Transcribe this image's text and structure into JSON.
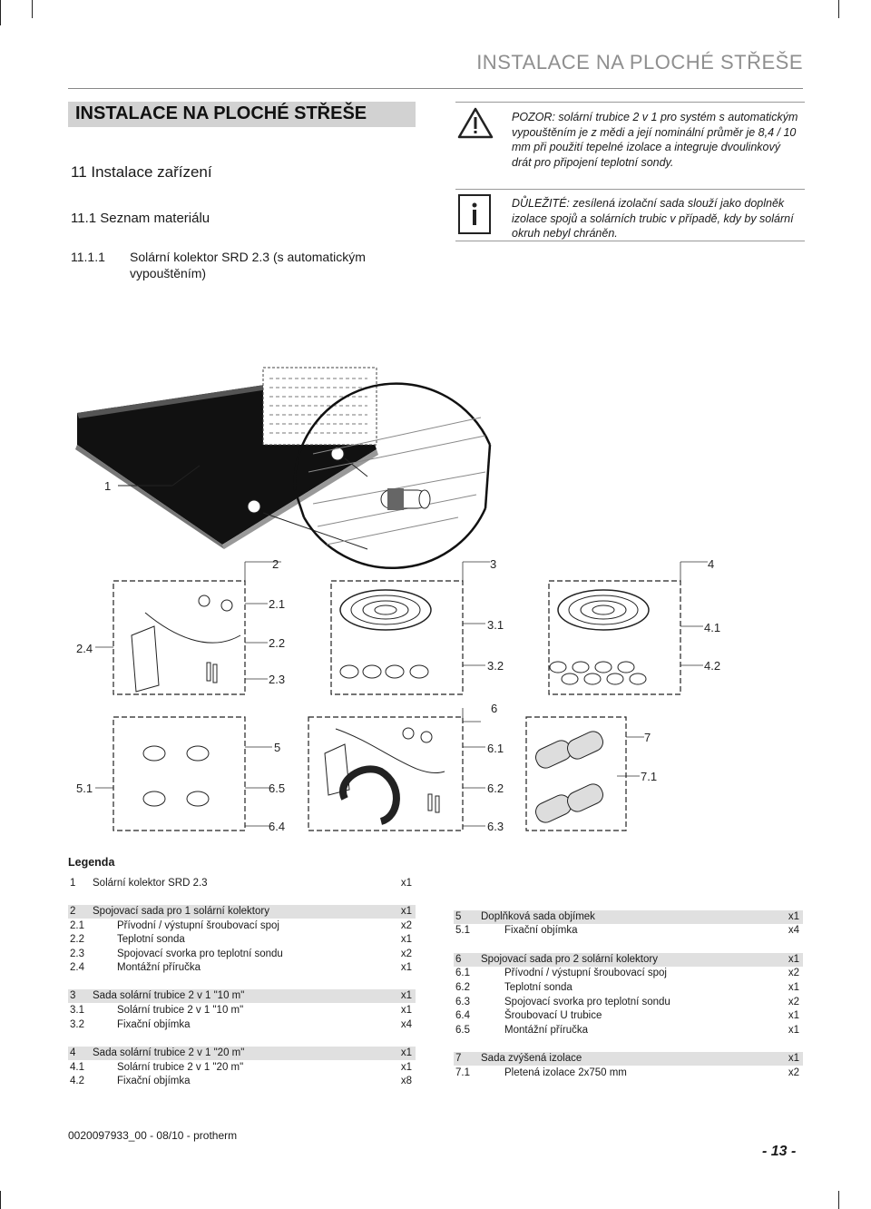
{
  "header": {
    "running_title": "INSTALACE NA PLOCHÉ STŘEŠE"
  },
  "section": {
    "bar_title": "INSTALACE NA PLOCHÉ STŘEŠE",
    "h1": "11 Instalace zařízení",
    "h2": "11.1 Seznam materiálu",
    "h3_num": "11.1.1",
    "h3_text": "Solární kolektor SRD 2.3 (s automatickým vypouštěním)"
  },
  "notes": {
    "warning_icon": "warning-triangle-icon",
    "warning_text": "POZOR: solární trubice 2 v 1 pro systém s automatickým vypouštěním je z mědi a její nominální průměr je 8,4 / 10 mm při použití tepelné izolace a integruje dvoulinkový drát pro připojení teplotní sondy.",
    "info_icon": "info-icon",
    "info_text": "DŮLEŽITÉ: zesílená izolační sada slouží jako doplněk izolace spojů a solárních trubic v případě, kdy by solární okruh nebyl chráněn."
  },
  "figure_labels": {
    "l1": "1",
    "l2": "2",
    "l3": "3",
    "l4": "4",
    "l2_1": "2.1",
    "l2_2": "2.2",
    "l2_3": "2.3",
    "l2_4": "2.4",
    "l3_1": "3.1",
    "l3_2": "3.2",
    "l4_1": "4.1",
    "l4_2": "4.2",
    "l5": "5",
    "l5_1": "5.1",
    "l6": "6",
    "l6_1": "6.1",
    "l6_2": "6.2",
    "l6_3": "6.3",
    "l6_4": "6.4",
    "l6_5": "6.5",
    "l7": "7",
    "l7_1": "7.1"
  },
  "legend": {
    "title": "Legenda",
    "left": [
      {
        "num": "1",
        "text": "Solární kolektor SRD 2.3",
        "qty": "x1"
      },
      {
        "num": "2",
        "text": "Spojovací sada pro 1 solární kolektory",
        "qty": "x1"
      },
      {
        "num": "2.1",
        "text": "Přívodní / výstupní šroubovací spoj",
        "qty": "x2"
      },
      {
        "num": "2.2",
        "text": "Teplotní sonda",
        "qty": "x1"
      },
      {
        "num": "2.3",
        "text": "Spojovací svorka pro teplotní sondu",
        "qty": "x2"
      },
      {
        "num": "2.4",
        "text": "Montážní příručka",
        "qty": "x1"
      },
      {
        "num": "3",
        "text": "Sada solární trubice 2 v 1 \"10 m\"",
        "qty": "x1"
      },
      {
        "num": "3.1",
        "text": "Solární trubice 2 v 1 \"10 m\"",
        "qty": "x1"
      },
      {
        "num": "3.2",
        "text": "Fixační objímka",
        "qty": "x4"
      },
      {
        "num": "4",
        "text": "Sada solární trubice 2 v 1 \"20 m\"",
        "qty": "x1"
      },
      {
        "num": "4.1",
        "text": "Solární trubice 2 v 1 \"20 m\"",
        "qty": "x1"
      },
      {
        "num": "4.2",
        "text": "Fixační objímka",
        "qty": "x8"
      }
    ],
    "right": [
      {
        "num": "5",
        "text": "Doplňková sada objímek",
        "qty": "x1"
      },
      {
        "num": "5.1",
        "text": "Fixační objímka",
        "qty": "x4"
      },
      {
        "num": "6",
        "text": "Spojovací sada pro 2 solární kolektory",
        "qty": "x1"
      },
      {
        "num": "6.1",
        "text": "Přívodní / výstupní šroubovací spoj",
        "qty": "x2"
      },
      {
        "num": "6.2",
        "text": "Teplotní sonda",
        "qty": "x1"
      },
      {
        "num": "6.3",
        "text": "Spojovací svorka pro teplotní sondu",
        "qty": "x2"
      },
      {
        "num": "6.4",
        "text": "Šroubovací U trubice",
        "qty": "x1"
      },
      {
        "num": "6.5",
        "text": "Montážní příručka",
        "qty": "x1"
      },
      {
        "num": "7",
        "text": "Sada zvýšená izolace",
        "qty": "x1"
      },
      {
        "num": "7.1",
        "text": "Pletená izolace 2x750 mm",
        "qty": "x2"
      }
    ]
  },
  "footer": {
    "doc_code": "0020097933_00 - 08/10 - protherm",
    "page": "- 13 -"
  }
}
